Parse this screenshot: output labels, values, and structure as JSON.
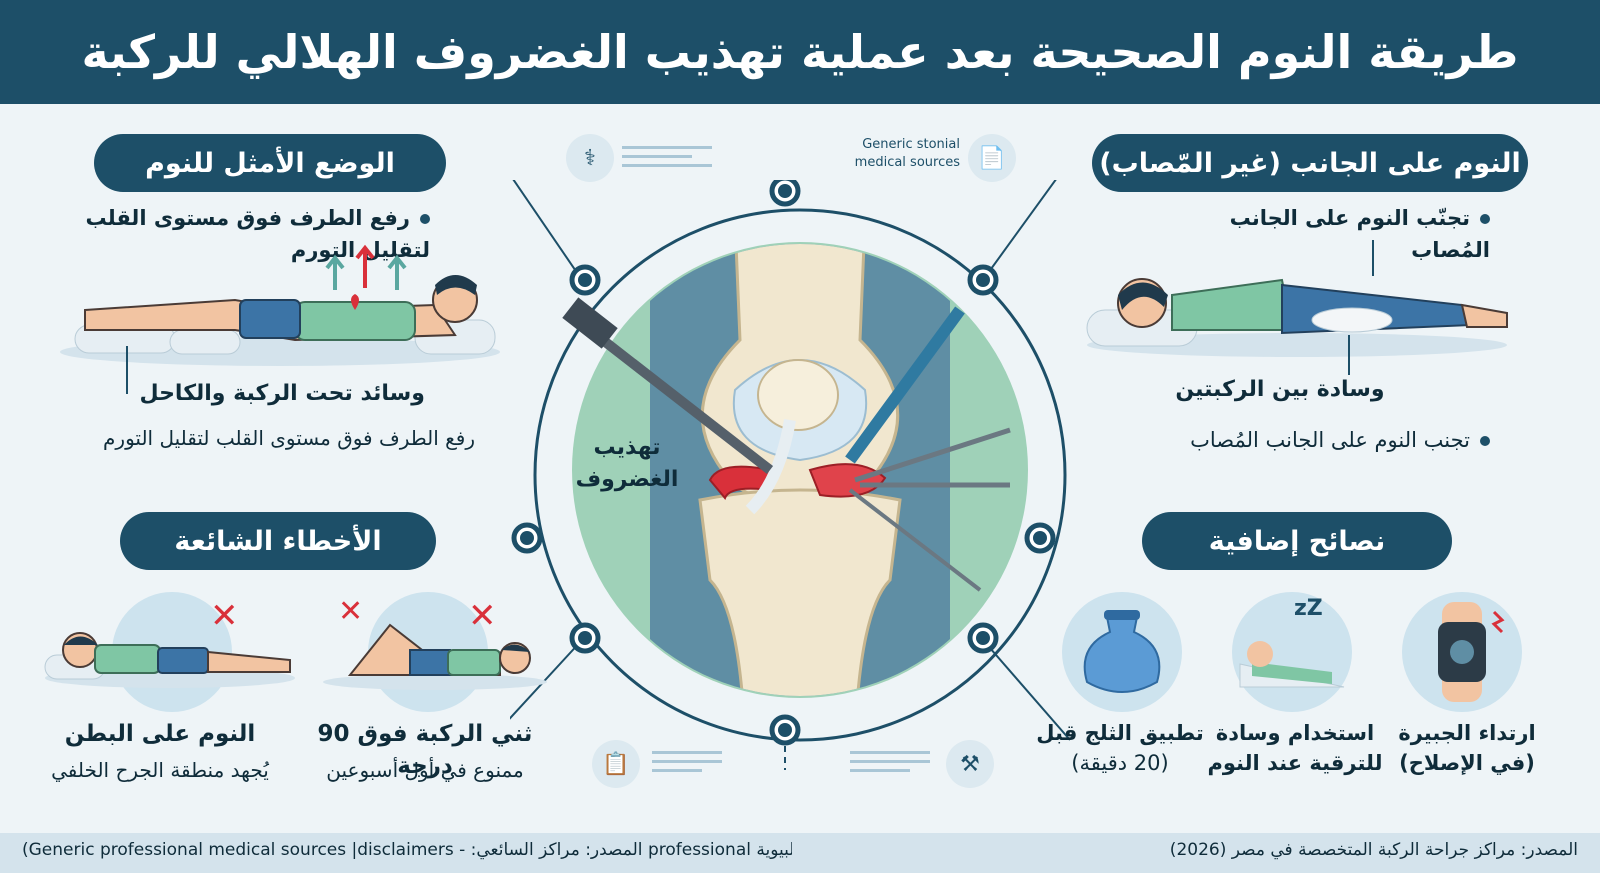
{
  "title": "طريقة النوم الصحيحة بعد عملية تهذيب الغضروف الهلالي للركبة",
  "optimal": {
    "heading": "الوضع الأمثل للنوم",
    "bullet": "رفع الطرف فوق مستوى القلب لتقليل التورم",
    "pillows_label": "وسائد تحت الركبة والكاحل",
    "note": "رفع الطرف فوق مستوى القلب لتقليل التورم"
  },
  "side": {
    "heading": "النوم على الجانب (غير المّصاب)",
    "bullet1": "تجنّب النوم على الجانب المُصاب",
    "pillow_label": "وسادة بين الركبتين",
    "bullet2": "تجنب النوم على الجانب المُصاب"
  },
  "mistakes": {
    "heading": "الأخطاء الشائعة",
    "item1_title": "النوم على البطن",
    "item1_desc": "يُجهد منطقة الجرح الخلفي",
    "item2_title": "ثني الركبة فوق 90 درجة",
    "item2_desc": "ممنوع في أول أسبوعين"
  },
  "tips": {
    "heading": "نصائح إضافية",
    "tip1_line1": "ارتداء الجبيرة",
    "tip1_line2": "(في الإصلاح)",
    "tip2_line1": "استخدام وسادة",
    "tip2_line2": "للترقية عند النوم",
    "tip3_line1": "تطبيق الثلج قبل",
    "tip3_line2": "(20 دقيقة)"
  },
  "center": {
    "label_line1": "تهذيب",
    "label_line2": "الغضروف"
  },
  "sources_box": {
    "line1": "Generic stonial",
    "line2": "medical sources"
  },
  "sleep_z": "zZ",
  "footer": {
    "left": "(Generic professional medical sources |disclaimers - :المصدر: مراكز السائعي professional البيوية",
    "right": "المصدر: مراكز جراحة الركبة المتخصصة في مصر (2026)"
  },
  "colors": {
    "navy": "#1d4f68",
    "teal_bg": "#9fd1b8",
    "meniscus_red": "#d9303a",
    "bg": "#eef4f7"
  }
}
